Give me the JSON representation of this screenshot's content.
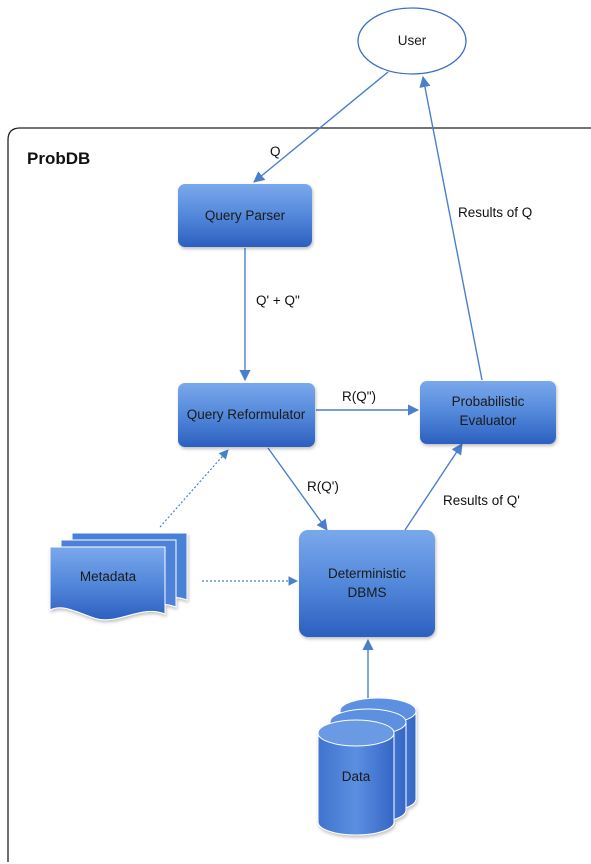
{
  "container": {
    "label": "ProbDB"
  },
  "nodes": {
    "user": "User",
    "query_parser": "Query Parser",
    "query_reformulator": "Query Reformulator",
    "probabilistic_evaluator": [
      "Probabilistic",
      "Evaluator"
    ],
    "deterministic_dbms": [
      "Deterministic",
      "DBMS"
    ],
    "metadata": "Metadata",
    "data": "Data"
  },
  "edges": {
    "user_to_parser": "Q",
    "parser_to_reformulator": "Q' + Q\"",
    "reformulator_to_evaluator": "R(Q\")",
    "reformulator_to_dbms": "R(Q')",
    "dbms_to_evaluator": "Results of Q'",
    "evaluator_to_user": "Results of Q"
  },
  "colors": {
    "box_fill_top": "#6f9fe6",
    "box_fill_bottom": "#2f64c4",
    "arrow": "#4a7fce",
    "container_stroke": "#222222"
  }
}
